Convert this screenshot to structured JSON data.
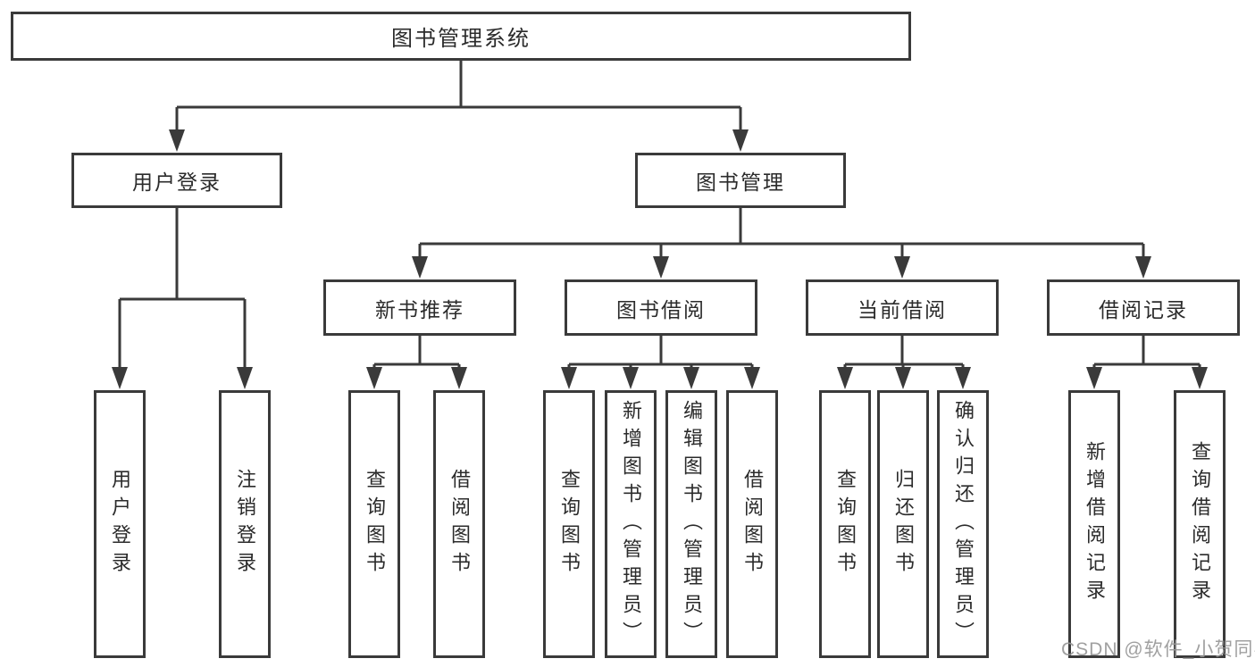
{
  "diagram": {
    "root": {
      "label": "图书管理系统"
    },
    "branches": [
      {
        "label": "用户登录",
        "children": [
          {
            "label": "用户登录"
          },
          {
            "label": "注销登录"
          }
        ]
      },
      {
        "label": "图书管理",
        "groups": [
          {
            "label": "新书推荐",
            "children": [
              {
                "label": "查询图书"
              },
              {
                "label": "借阅图书"
              }
            ]
          },
          {
            "label": "图书借阅",
            "children": [
              {
                "label": "查询图书"
              },
              {
                "label": "新增图书（管理员）"
              },
              {
                "label": "编辑图书（管理员）"
              },
              {
                "label": "借阅图书"
              }
            ]
          },
          {
            "label": "当前借阅",
            "children": [
              {
                "label": "查询图书"
              },
              {
                "label": "归还图书"
              },
              {
                "label": "确认归还（管理员）"
              }
            ]
          },
          {
            "label": "借阅记录",
            "children": [
              {
                "label": "新增借阅记录"
              },
              {
                "label": "查询借阅记录"
              }
            ]
          }
        ]
      }
    ]
  },
  "watermark": {
    "text": "CSDN @软件_小贺同学"
  },
  "colors": {
    "line": "#3a3a3a",
    "text": "#2b2b2b",
    "background": "#ffffff",
    "watermark": "#989898"
  }
}
